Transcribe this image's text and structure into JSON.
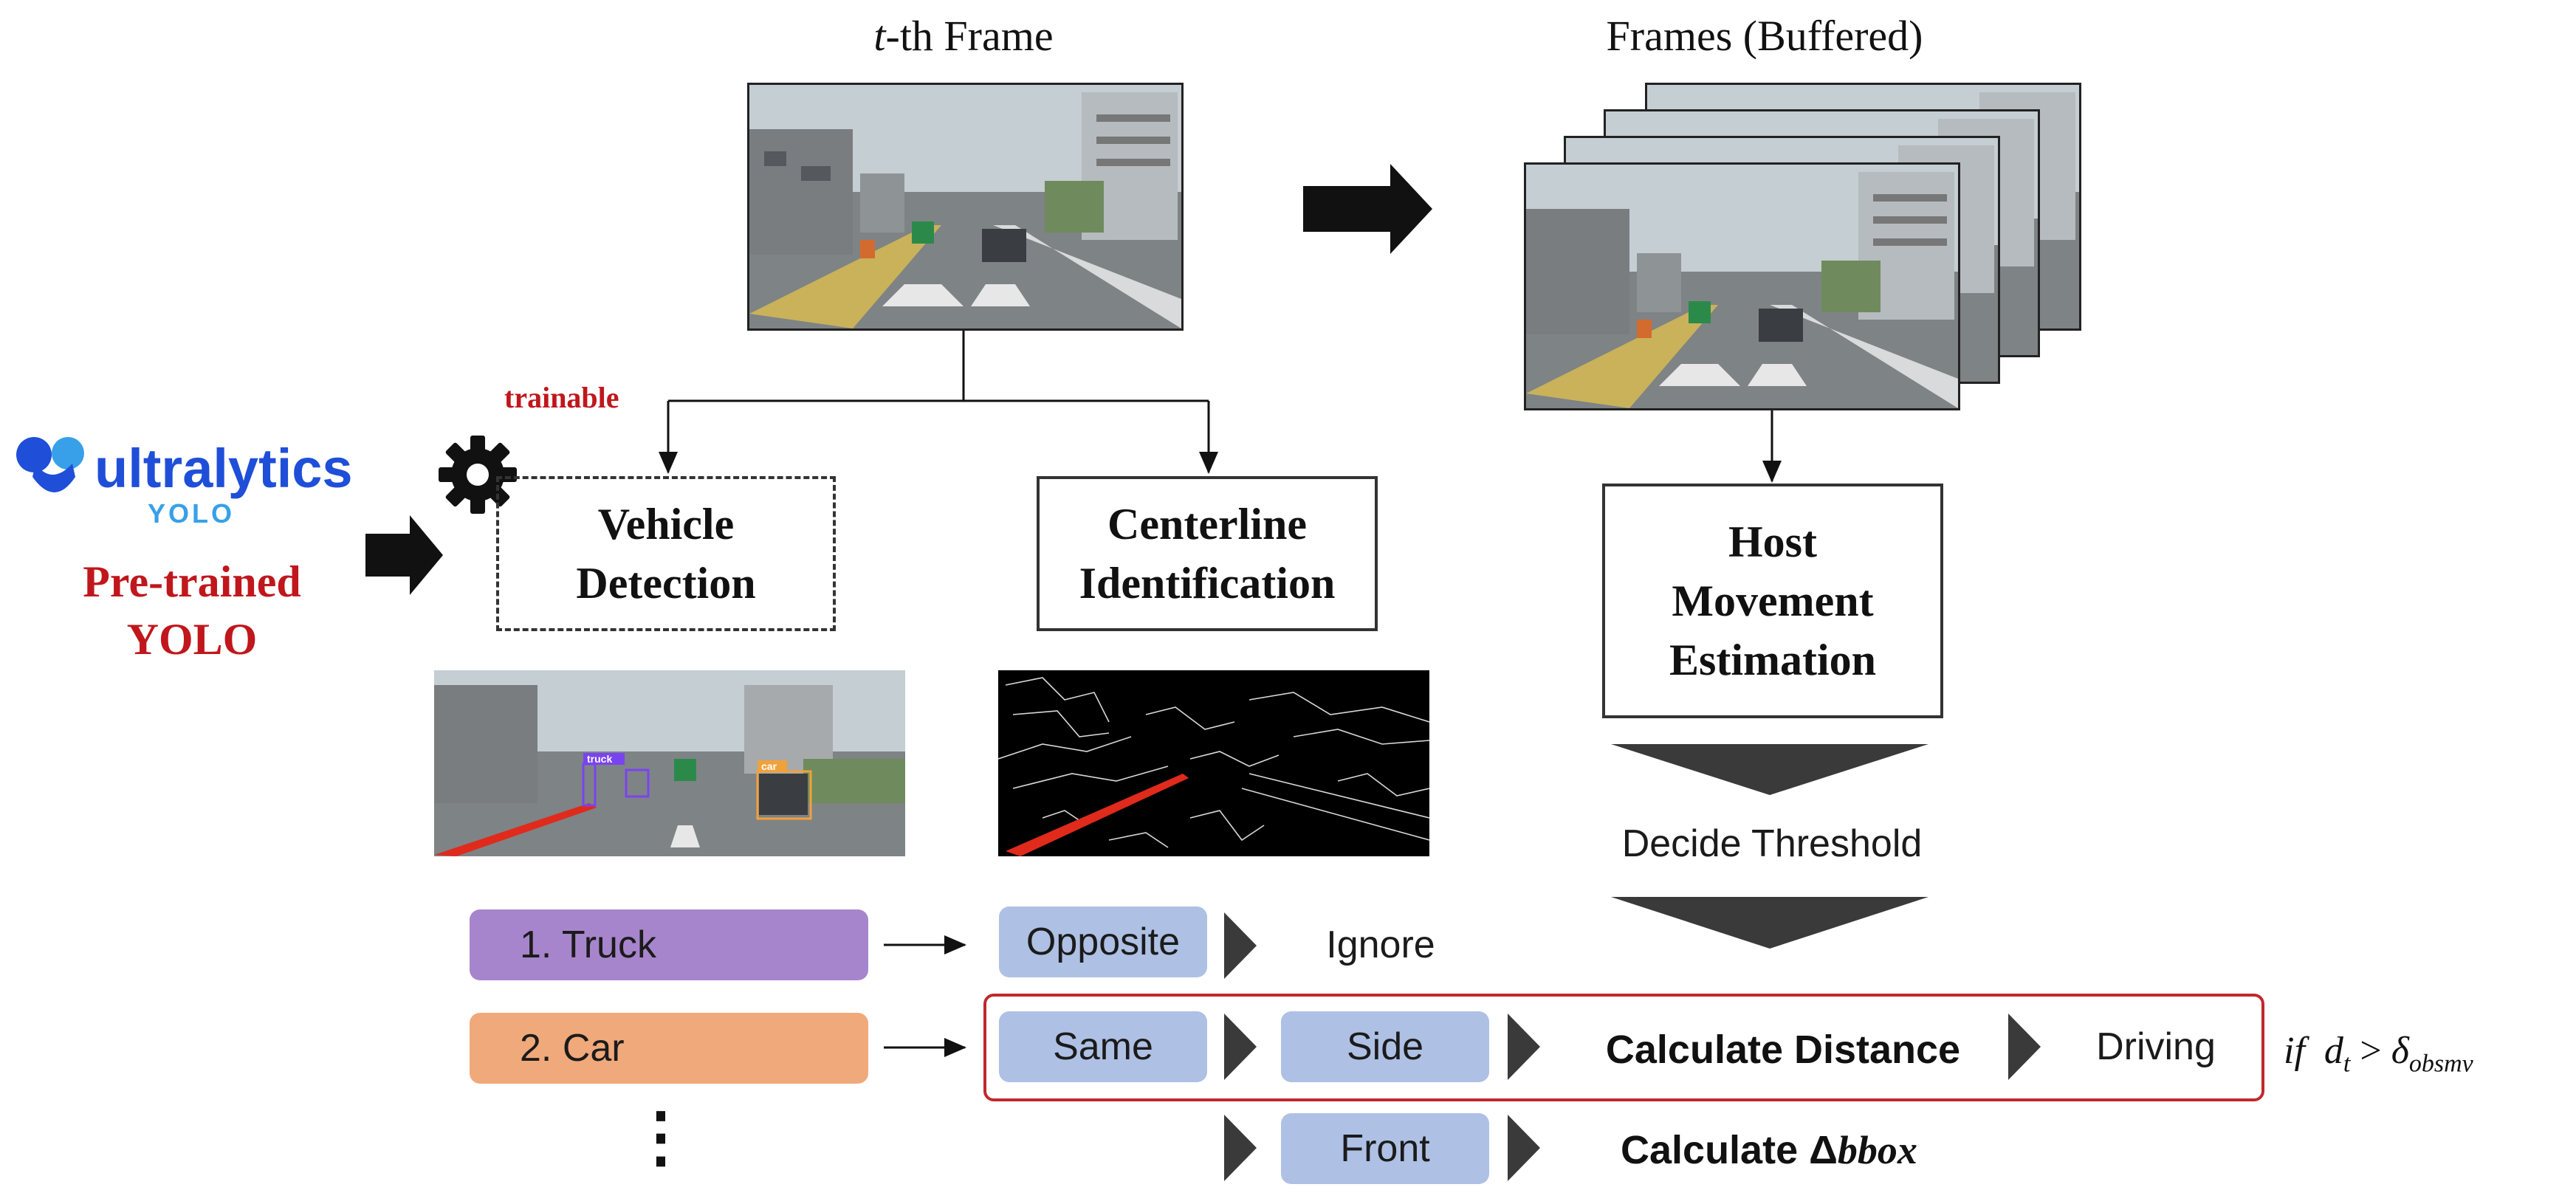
{
  "top": {
    "t_frame_var": "t",
    "t_frame_rest": "-th Frame",
    "frames_buffered_title": "Frames (Buffered)"
  },
  "left": {
    "logo_word": "ultralytics",
    "logo_sub": "YOLO",
    "pretrained_line1": "Pre-trained",
    "pretrained_line2": "YOLO",
    "trainable_label": "trainable"
  },
  "boxes": {
    "vehicle_detection": [
      "Vehicle",
      "Detection"
    ],
    "centerline_identification": [
      "Centerline",
      "Identification"
    ],
    "host_movement_estimation": [
      "Host",
      "Movement",
      "Estimation"
    ]
  },
  "detection_labels": {
    "truck": "truck",
    "car": "car"
  },
  "threshold": {
    "label": "Decide Threshold"
  },
  "rows": {
    "truck_label": "1. Truck",
    "car_label": "2. Car",
    "ellipsis": "⋮",
    "opposite": "Opposite",
    "ignore": "Ignore",
    "same": "Same",
    "side": "Side",
    "calculate_distance": "Calculate Distance",
    "driving": "Driving",
    "front": "Front",
    "calculate_bbox_prefix": "Calculate Δ",
    "calculate_bbox_var": "bbox"
  },
  "condition": {
    "if": "if",
    "d": "d",
    "d_sub": "t",
    "gt": ">",
    "delta": "δ",
    "delta_sub": "obsmv"
  },
  "colors": {
    "truck_pill": "#a785cc",
    "car_pill": "#f0a97a",
    "blue_pill": "#aec0e4",
    "highlight_border": "#c0282d",
    "pretrained_text": "#c0171c",
    "logo_blue": "#1f4fd8",
    "arrow": "#111111",
    "threshold_triangle": "#3a3a3a"
  },
  "icons": {
    "trainable_icon": "gear-icon",
    "right_arrows": "block-arrow-right-icon",
    "flow_arrows": "arrow-right-icon"
  }
}
